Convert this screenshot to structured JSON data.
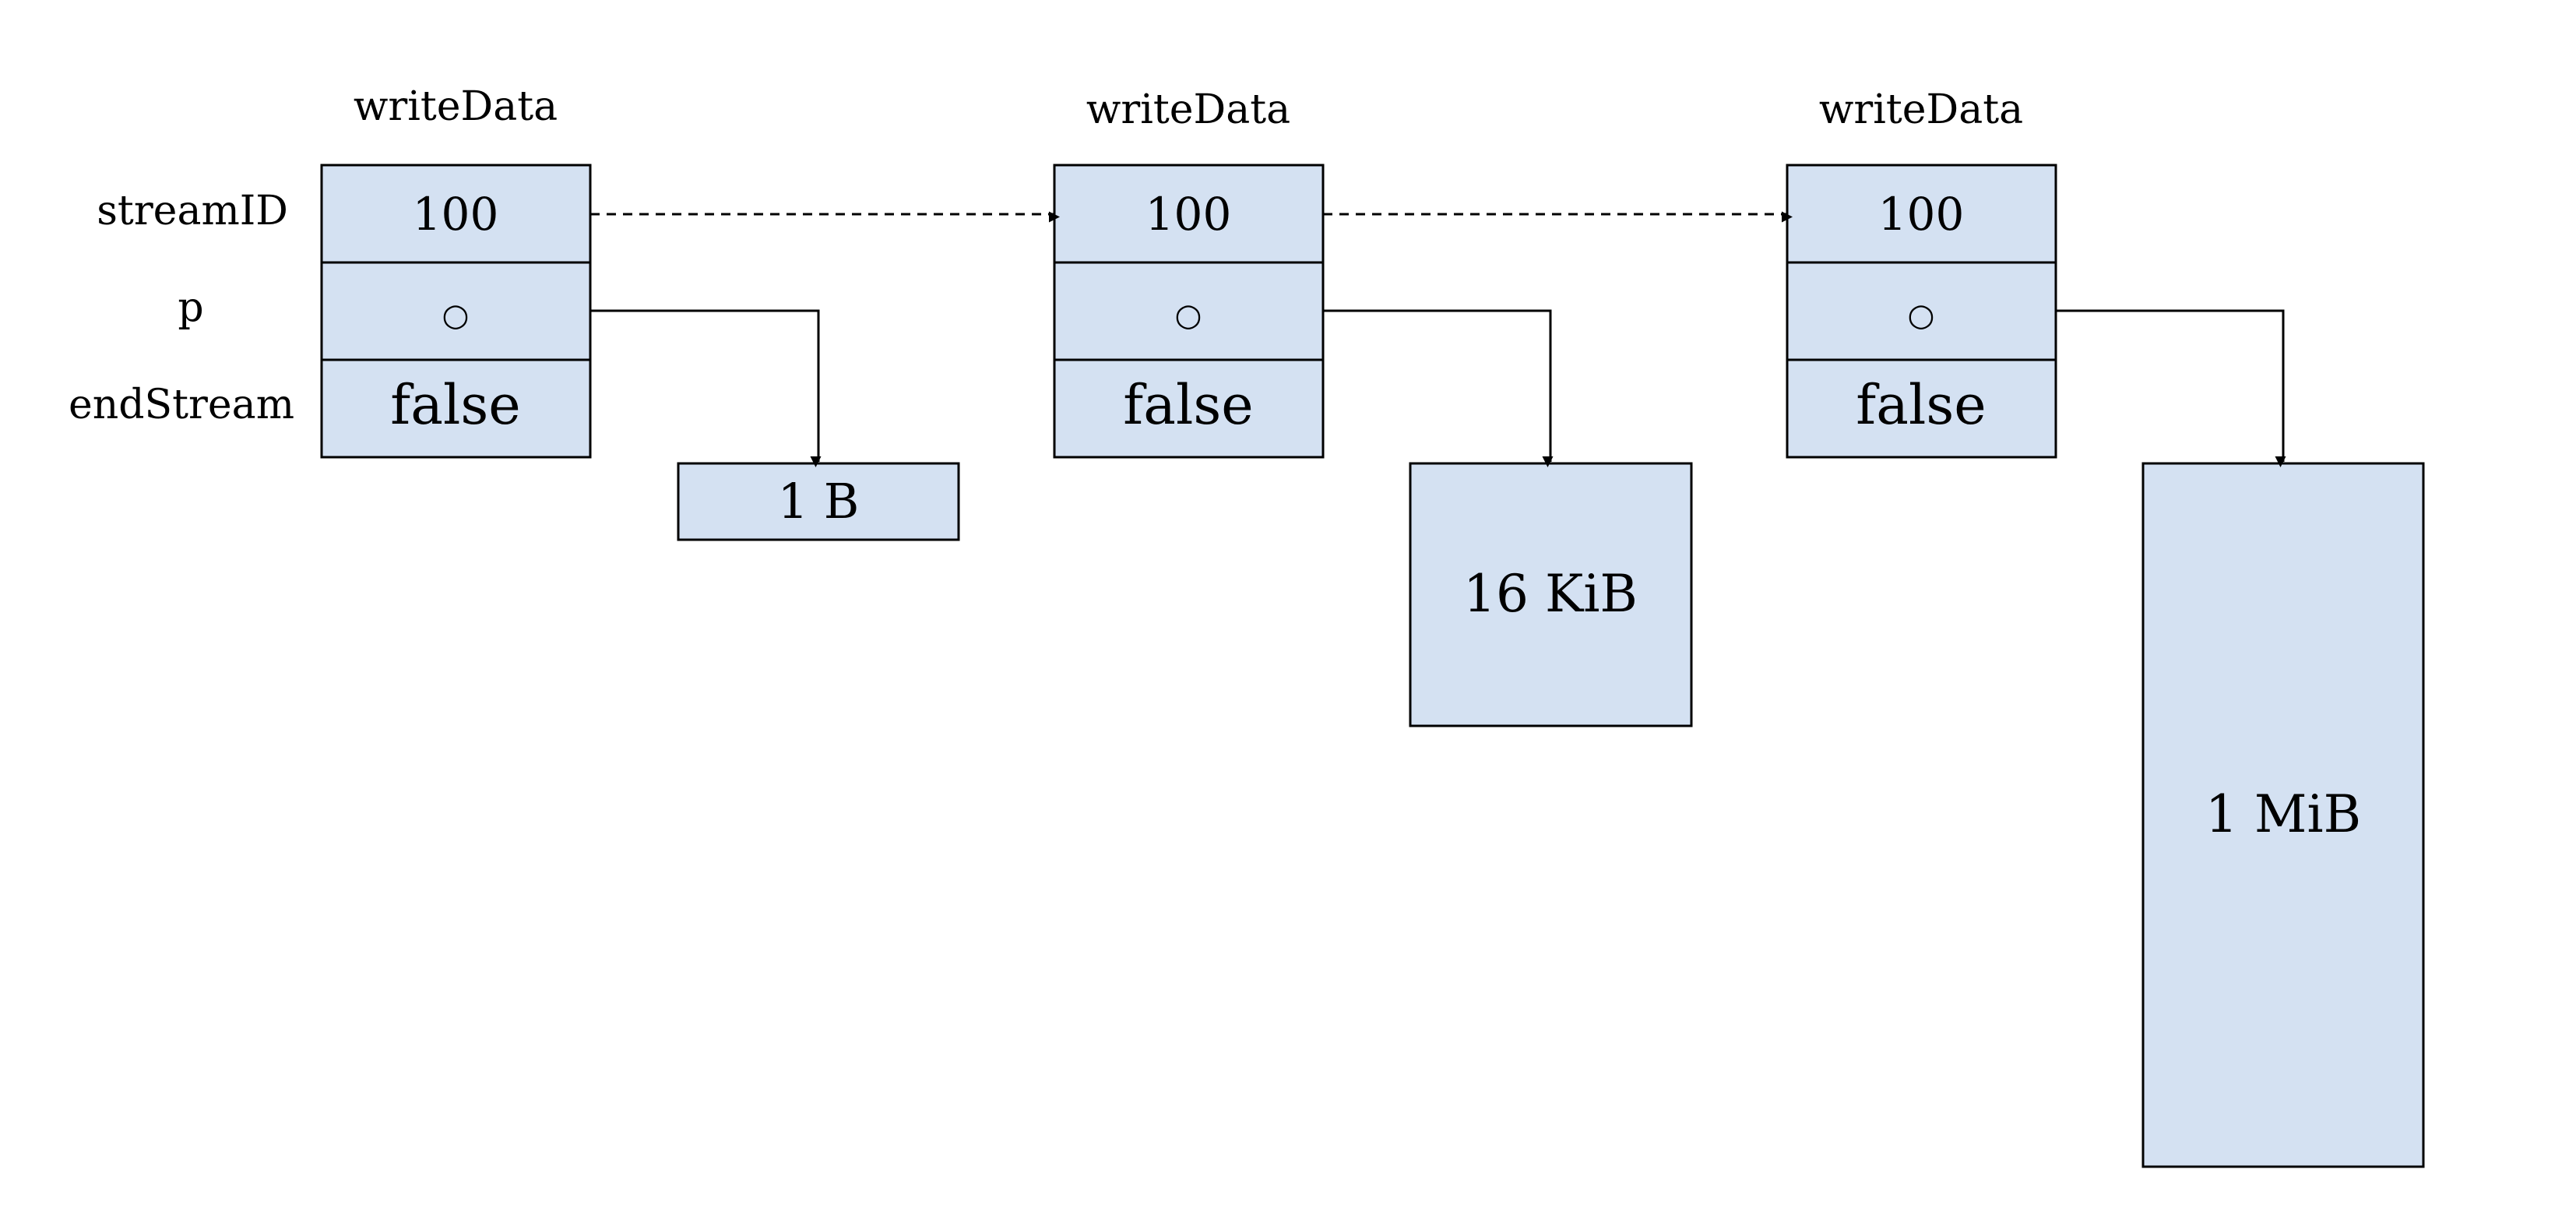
{
  "row_labels": {
    "stream_id": "streamID",
    "p": "p",
    "end_stream": "endStream"
  },
  "structs": [
    {
      "title": "writeData",
      "stream_id": "100",
      "p": "○",
      "end_stream": "false",
      "buffer_label": "1 B"
    },
    {
      "title": "writeData",
      "stream_id": "100",
      "p": "○",
      "end_stream": "false",
      "buffer_label": "16 KiB"
    },
    {
      "title": "writeData",
      "stream_id": "100",
      "p": "○",
      "end_stream": "false",
      "buffer_label": "1 MiB"
    }
  ],
  "colors": {
    "box_fill": "#d4e1f2",
    "stroke": "#000000"
  }
}
